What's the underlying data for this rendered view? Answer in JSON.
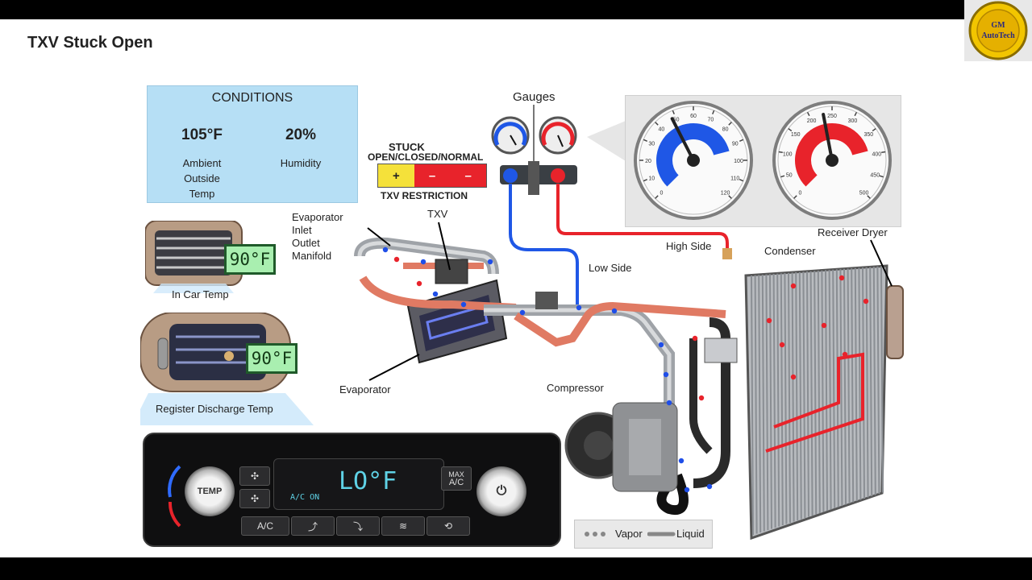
{
  "slide": {
    "title": "TXV Stuck Open",
    "logo_text_top": "GM",
    "logo_text_bottom": "AutoTech"
  },
  "conditions": {
    "heading": "CONDITIONS",
    "ambient_value": "105°F",
    "ambient_label_line1": "Ambient",
    "ambient_label_line2": "Outside",
    "ambient_label_line3": "Temp",
    "humidity_value": "20%",
    "humidity_label": "Humidity"
  },
  "vents": {
    "in_car_temp_value": "90°F",
    "in_car_temp_label": "In Car Temp",
    "discharge_temp_value": "90°F",
    "discharge_temp_label": "Register Discharge Temp"
  },
  "restriction": {
    "heading_line1": "STUCK",
    "heading_line2": "OPEN/CLOSED/NORMAL",
    "footer": "TXV RESTRICTION",
    "segments": [
      {
        "symbol": "+",
        "color": "#f5e13a",
        "text_color": "#222"
      },
      {
        "symbol": "–",
        "color": "#e8232b",
        "text_color": "#fff"
      },
      {
        "symbol": "–",
        "color": "#e8232b",
        "text_color": "#fff"
      }
    ]
  },
  "labels": {
    "gauges": "Gauges",
    "txv": "TXV",
    "evap_manifold_line1": "Evaporator",
    "evap_manifold_line2": "Inlet",
    "evap_manifold_line3": "Outlet",
    "evap_manifold_line4": "Manifold",
    "low_side": "Low Side",
    "high_side": "High Side",
    "condenser": "Condenser",
    "receiver_dryer": "Receiver Dryer",
    "evaporator": "Evaporator",
    "compressor": "Compressor"
  },
  "low_gauge": {
    "ticks": [
      "0",
      "10",
      "20",
      "30",
      "40",
      "50",
      "60",
      "70",
      "80",
      "90",
      "100",
      "110",
      "120"
    ],
    "needle_value": 48,
    "color": "#1f57e6"
  },
  "high_gauge": {
    "ticks": [
      "0",
      "50",
      "100",
      "150",
      "200",
      "250",
      "300",
      "350",
      "400",
      "450",
      "500"
    ],
    "needle_value": 230,
    "color": "#e8232b"
  },
  "control_panel": {
    "display_temp": "LO°F",
    "display_ac": "A/C ON",
    "temp_knob": "TEMP",
    "max_ac": "MAX",
    "max_ac_line2": "A/C",
    "ac_button": "A/C",
    "power_symbol": "⏻"
  },
  "legend": {
    "vapor": "Vapor",
    "liquid": "Liquid"
  },
  "colors": {
    "low_side": "#1f57e6",
    "high_side": "#e8232b",
    "vapor_dot": "#1f4ee8"
  }
}
